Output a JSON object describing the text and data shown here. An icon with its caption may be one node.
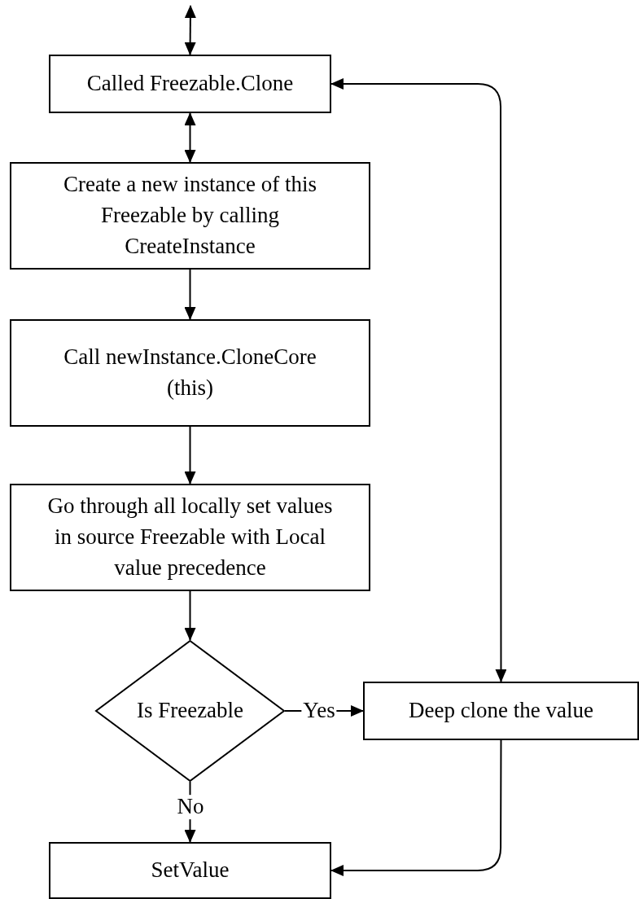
{
  "diagram": {
    "nodes": [
      {
        "text": [
          "Called Freezable.Clone"
        ]
      },
      {
        "text": [
          "Create a new instance of this Freezable by calling CreateInstance"
        ]
      },
      {
        "text": [
          "Call newInstance.CloneCore (this)"
        ]
      },
      {
        "text": [
          "Go through all locally set values in source Freezable with Local value precedence"
        ]
      },
      {
        "text": [
          "Is Freezable"
        ]
      },
      {
        "text": [
          "Deep clone the value"
        ]
      },
      {
        "text": [
          "SetValue"
        ]
      }
    ],
    "edges": [
      {
        "from": null,
        "to": 0,
        "arrow": "both"
      },
      {
        "from": 0,
        "to": 1,
        "arrow": "both"
      },
      {
        "from": 1,
        "to": 2,
        "arrow": "to"
      },
      {
        "from": 2,
        "to": 3,
        "arrow": "to"
      },
      {
        "from": 3,
        "to": 4,
        "arrow": "to"
      },
      {
        "from": 4,
        "to": 5,
        "arrow": "to",
        "label": "Yes"
      },
      {
        "from": 4,
        "to": 6,
        "arrow": "to",
        "label": "No"
      },
      {
        "from": 5,
        "to": 6,
        "arrow": "to"
      },
      {
        "from": 0,
        "to": 5,
        "arrow": "both"
      }
    ]
  }
}
